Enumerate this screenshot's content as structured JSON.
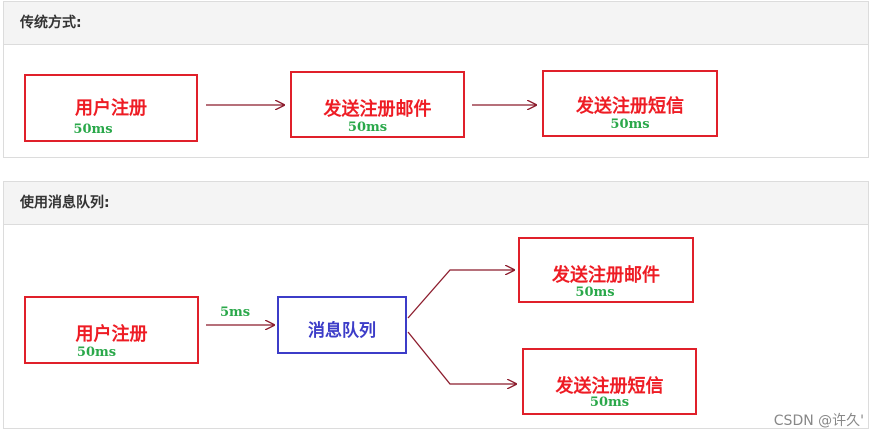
{
  "sections": {
    "traditional": {
      "title": "传统方式:",
      "boxes": [
        {
          "label": "用户注册",
          "time": "50ms"
        },
        {
          "label": "发送注册邮件",
          "time": "50ms"
        },
        {
          "label": "发送注册短信",
          "time": "50ms"
        }
      ]
    },
    "queue": {
      "title": "使用消息队列:",
      "source": {
        "label": "用户注册",
        "time": "50ms"
      },
      "edge_time": "5ms",
      "queue_box": {
        "label": "消息队列"
      },
      "targets": [
        {
          "label": "发送注册邮件",
          "time": "50ms"
        },
        {
          "label": "发送注册短信",
          "time": "50ms"
        }
      ]
    }
  },
  "colors": {
    "box_border": "#e0202a",
    "box_text": "#ee1c24",
    "time_text": "#2aa84a",
    "queue_border": "#3c3cc8",
    "arrow": "#8b1a2b"
  },
  "watermark": "CSDN @许久'"
}
